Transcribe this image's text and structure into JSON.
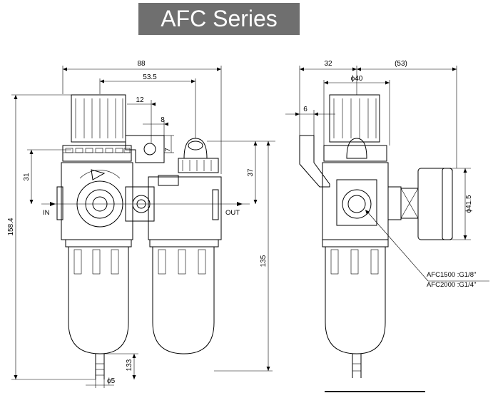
{
  "title": "AFC Series",
  "front_view": {
    "dim_overall_width": "88",
    "dim_center": "53.5",
    "dim_12": "12",
    "dim_8": "8",
    "dim_7": "7",
    "dim_31": "31",
    "dim_37": "37",
    "dim_height": "158.4",
    "dim_135": "135",
    "dim_133": "133",
    "dim_diameter_5": "ϕ5",
    "label_in": "IN",
    "label_out": "OUT"
  },
  "side_view": {
    "dim_32": "32",
    "dim_53": "(53)",
    "dim_diameter_40": "ϕ40",
    "dim_6": "6",
    "dim_gauge": "ϕ41.5",
    "port_note_1": "AFC1500 :G1/8\"",
    "port_note_2": "AFC2000 :G1/4\""
  }
}
